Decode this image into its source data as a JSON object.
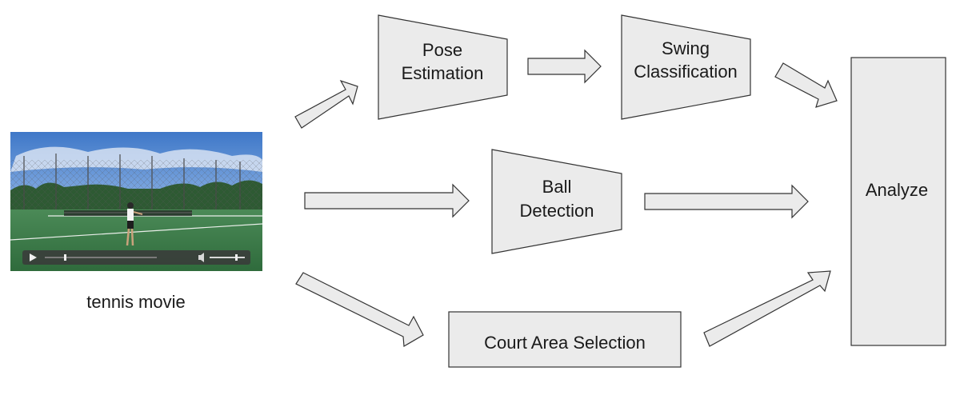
{
  "nodes": {
    "pose_estimation": {
      "line1": "Pose",
      "line2": "Estimation"
    },
    "swing_classification": {
      "line1": "Swing",
      "line2": "Classification"
    },
    "ball_detection": {
      "line1": "Ball",
      "line2": "Detection"
    },
    "court_area_selection": {
      "label": "Court Area Selection"
    },
    "analyze": {
      "label": "Analyze"
    }
  },
  "video": {
    "caption": "tennis movie"
  },
  "colors": {
    "node_fill": "#ebebeb",
    "node_stroke": "#333333",
    "sky": "#5b8fd6",
    "court": "#3d7a4a",
    "player_bar": "#3a3a3a"
  }
}
